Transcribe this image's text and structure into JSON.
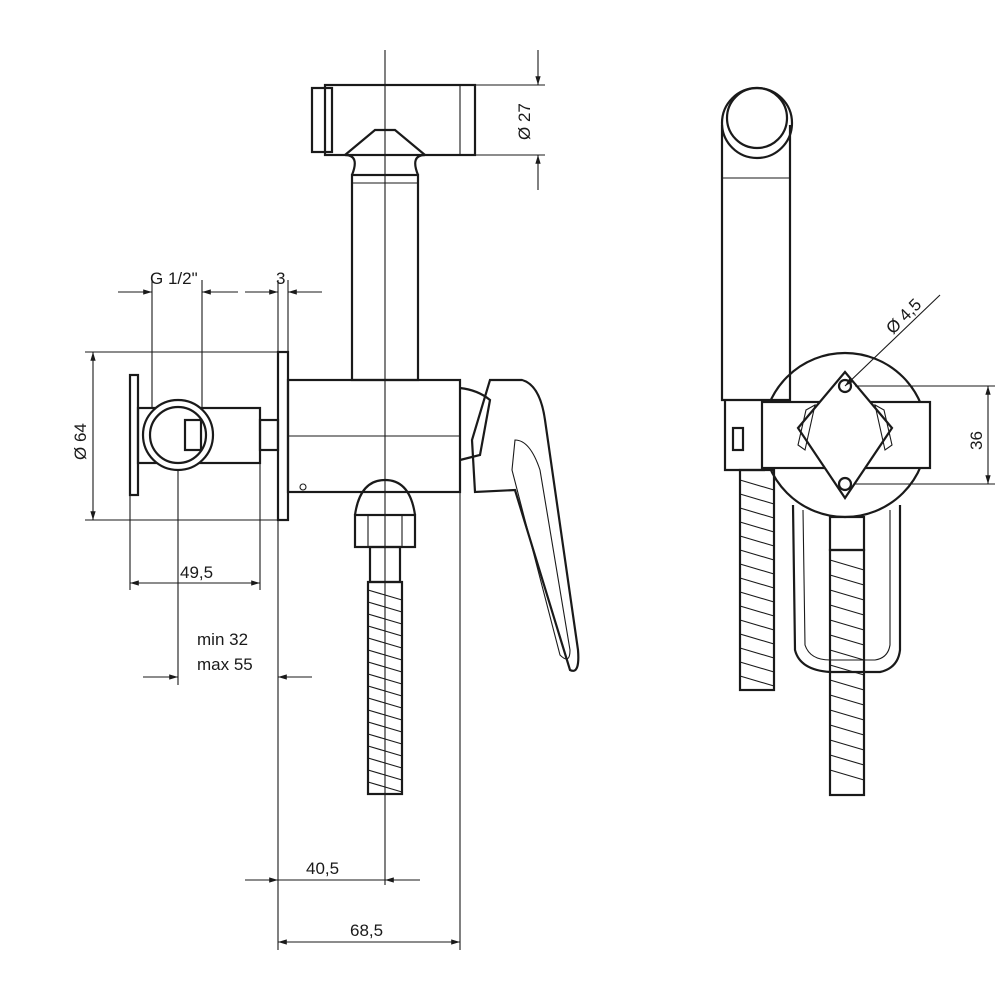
{
  "title": "Bidet shower mixer technical drawing",
  "dimensions": {
    "head_diameter": "Ø 27",
    "thread": "G 1/2\"",
    "flange_thickness": "3",
    "flange_diameter": "Ø 64",
    "depth_body": "49,5",
    "install_min": "min 32",
    "install_max": "max 55",
    "axis_offset": "40,5",
    "total_depth": "68,5",
    "hole_diameter": "Ø 4,5",
    "hole_spacing": "36"
  },
  "colors": {
    "line": "#1a1a1a",
    "background": "#ffffff"
  }
}
